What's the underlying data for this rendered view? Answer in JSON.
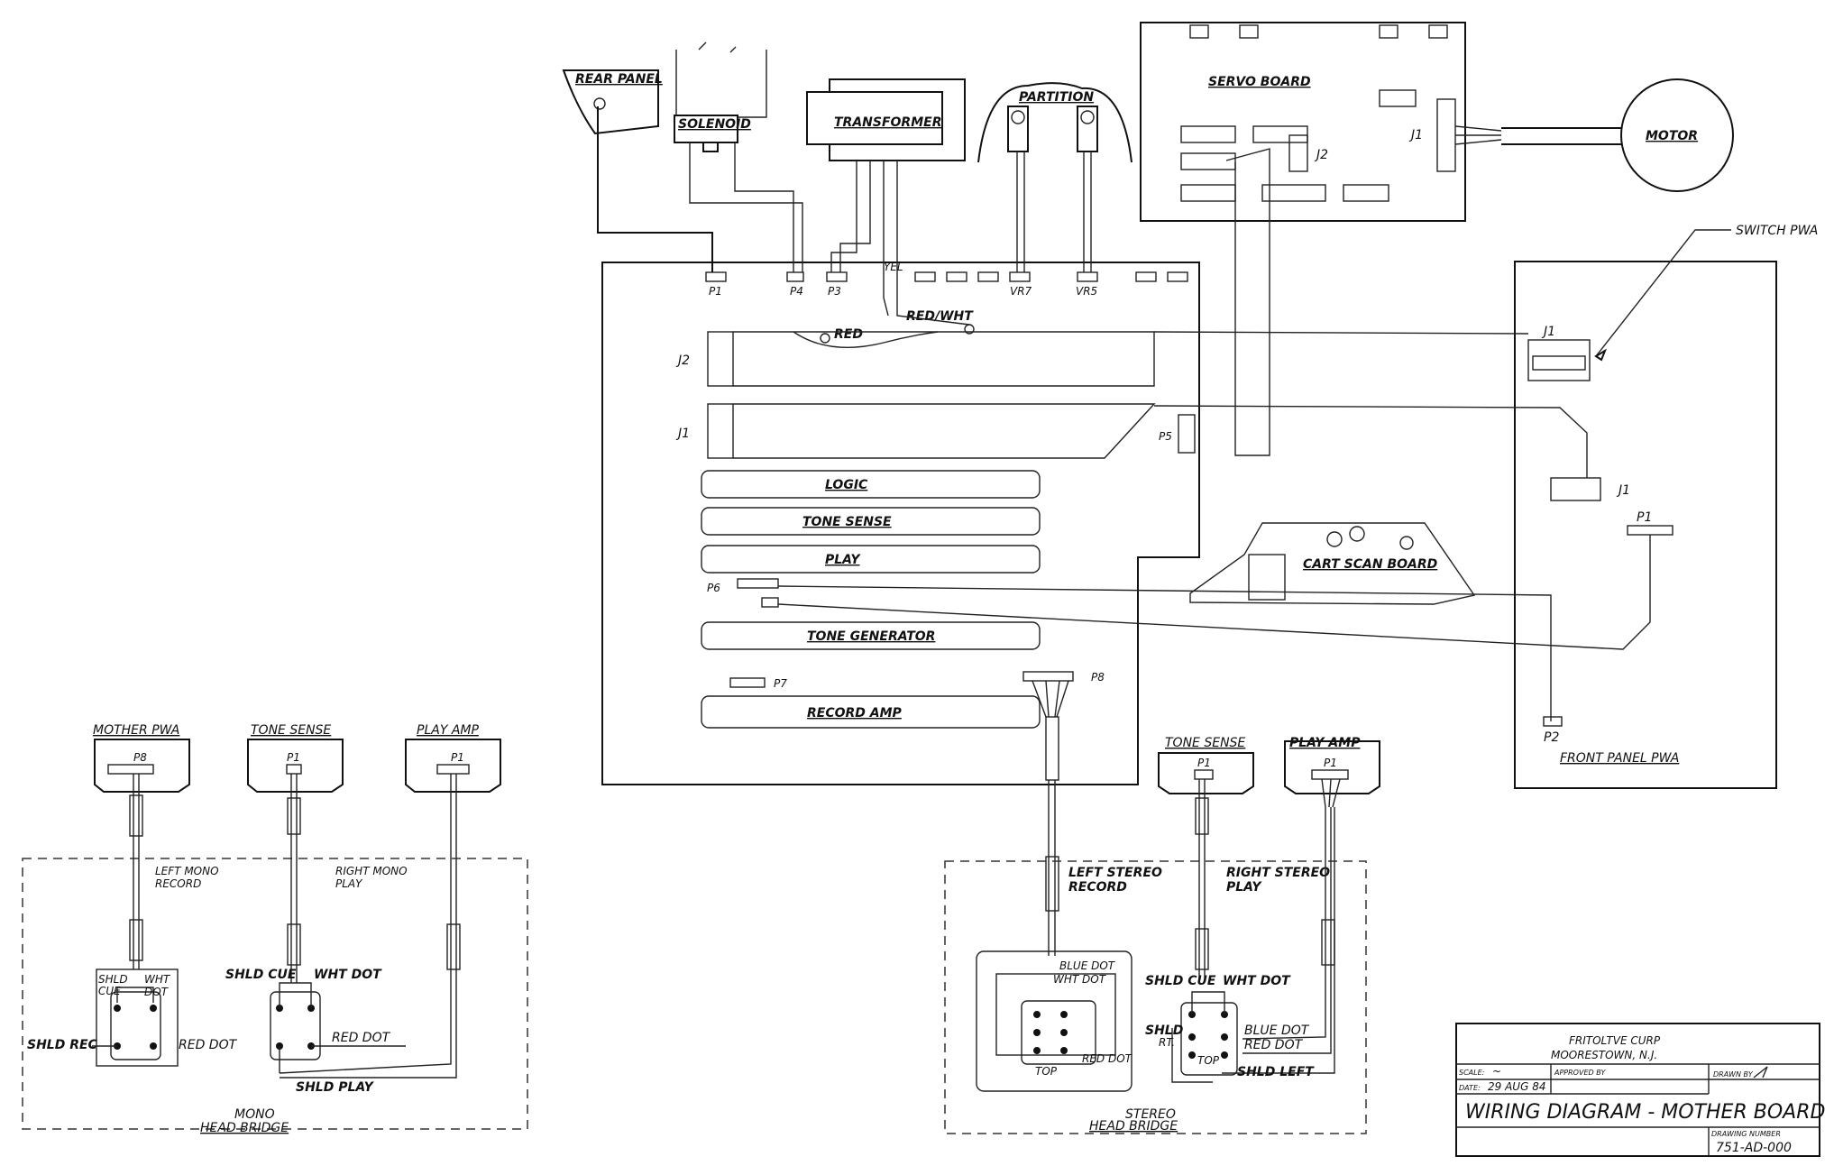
{
  "components": {
    "rear_panel": "REAR PANEL",
    "solenoid": "SOLENOID",
    "transformer": "TRANSFORMER",
    "partition": "PARTITION",
    "servo_board": "SERVO BOARD",
    "motor": "MOTOR",
    "switch_pwa": "SWITCH PWA",
    "logic": "LOGIC",
    "tone_sense": "TONE SENSE",
    "play": "PLAY",
    "tone_generator": "TONE GENERATOR",
    "record_amp": "RECORD AMP",
    "cart_scan_board": "CART SCAN BOARD",
    "front_panel_pwa": "FRONT PANEL PWA"
  },
  "connectors": {
    "p1": "P1",
    "p4": "P4",
    "p3": "P3",
    "vr7": "VR7",
    "vr5": "VR5",
    "j2": "J2",
    "j1": "J1",
    "p5": "P5",
    "p6": "P6",
    "p7": "P7",
    "p8": "P8",
    "servo_j2": "J2",
    "servo_j1": "J1",
    "fp_j1_top": "J1",
    "fp_j1_right": "J1",
    "fp_p1": "P1",
    "fp_p2": "P2",
    "yel": "YEL",
    "red": "RED",
    "red_wht": "RED/WHT"
  },
  "mono": {
    "mother_pwa": "MOTHER PWA",
    "mother_p8": "P8",
    "tone_sense": "TONE SENSE",
    "tone_p1": "P1",
    "play_amp": "PLAY AMP",
    "play_p1": "P1",
    "left_label": "LEFT MONO\nRECORD",
    "right_label": "RIGHT MONO\nPLAY",
    "shld": "SHLD",
    "cue": "CUE",
    "wht_dot_small": "WHT\nDOT",
    "shld_cue": "SHLD CUE",
    "wht_dot": "WHT DOT",
    "shld_rec": "SHLD REC",
    "red_dot_left": "RED DOT",
    "red_dot_right": "RED DOT",
    "shld_play": "SHLD PLAY",
    "bridge_title": "MONO",
    "bridge_sub": "HEAD BRIDGE"
  },
  "stereo": {
    "tone_sense": "TONE SENSE",
    "tone_p1": "P1",
    "play_amp": "PLAY AMP",
    "play_p1": "P1",
    "left_label": "LEFT STEREO\nRECORD",
    "right_label": "RIGHT STEREO\nPLAY",
    "blue_dot": "BLUE DOT",
    "wht_dot": "WHT DOT",
    "top": "TOP",
    "red_dot": "RED DOT",
    "shld_cue": "SHLD CUE",
    "wht_dot_right": "WHT DOT",
    "shld": "SHLD",
    "rt": "RT.",
    "blue_dot_right": "BLUE DOT",
    "red_dot_right": "RED DOT",
    "top_right": "TOP",
    "shld_left": "SHLD LEFT",
    "bridge_title": "STEREO",
    "bridge_sub": "HEAD BRIDGE"
  },
  "title_block": {
    "company": "FRITOLTVE CURP",
    "city": "MOORESTOWN, N.J.",
    "scale_label": "SCALE:",
    "scale_value": "~",
    "approved_label": "APPROVED BY",
    "drawn_label": "DRAWN BY",
    "date_label": "DATE:",
    "date_value": "29 AUG 84",
    "title": "WIRING DIAGRAM - MOTHER BOARD",
    "drawing_number_label": "DRAWING NUMBER",
    "drawing_number": "751-AD-000"
  }
}
